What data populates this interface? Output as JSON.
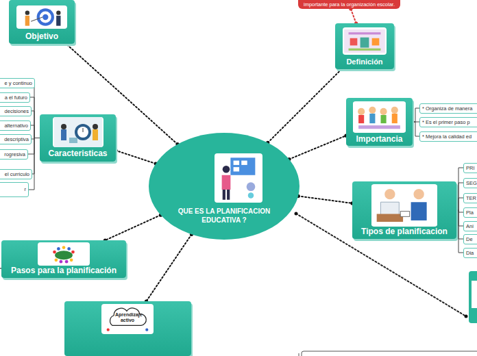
{
  "diagram": {
    "nodes": [
      {
        "text": [
          "Objetivo"
        ]
      },
      {
        "text": [
          "importante para la organización escolar."
        ]
      },
      {
        "text": [
          "Definición"
        ]
      },
      {
        "text": [
          "Caracteristicas"
        ]
      },
      {
        "text": [
          "e y continuo"
        ]
      },
      {
        "text": [
          "a el futuro"
        ]
      },
      {
        "text": [
          "decisiones"
        ]
      },
      {
        "text": [
          "alternativo"
        ]
      },
      {
        "text": [
          "descriptiva"
        ]
      },
      {
        "text": [
          "rogresiva"
        ]
      },
      {
        "text": [
          "el curriculo"
        ]
      },
      {
        "text": [
          "r"
        ]
      },
      {
        "text": [
          "QUE ES LA PLANIFICACION EDUCATIVA ?"
        ]
      },
      {
        "text": [
          "Importancia"
        ]
      },
      {
        "text": [
          "* Organiza de manera"
        ]
      },
      {
        "text": [
          "* Es el primer paso p"
        ]
      },
      {
        "text": [
          "* Mejora la calidad ed"
        ]
      },
      {
        "text": [
          "Tipos de planificacion"
        ]
      },
      {
        "text": [
          "PRI"
        ]
      },
      {
        "text": [
          "SEG"
        ]
      },
      {
        "text": [
          "TER"
        ]
      },
      {
        "text": [
          "Pla"
        ]
      },
      {
        "text": [
          "Ani"
        ]
      },
      {
        "text": [
          "De"
        ]
      },
      {
        "text": [
          "Dia"
        ]
      },
      {
        "text": [
          "Pasos para la planificación"
        ]
      },
      {
        "text": [
          "Aprendizaje activo"
        ]
      }
    ],
    "edges": [
      {
        "from": 12,
        "to": 0,
        "arrow": "none"
      },
      {
        "from": 12,
        "to": 2,
        "arrow": "none"
      },
      {
        "from": 2,
        "to": 1,
        "arrow": "none"
      },
      {
        "from": 12,
        "to": 3,
        "arrow": "none"
      },
      {
        "from": 3,
        "to": 4,
        "arrow": "none"
      },
      {
        "from": 3,
        "to": 5,
        "arrow": "none"
      },
      {
        "from": 3,
        "to": 6,
        "arrow": "none"
      },
      {
        "from": 3,
        "to": 7,
        "arrow": "none"
      },
      {
        "from": 3,
        "to": 8,
        "arrow": "none"
      },
      {
        "from": 3,
        "to": 9,
        "arrow": "none"
      },
      {
        "from": 3,
        "to": 10,
        "arrow": "none"
      },
      {
        "from": 3,
        "to": 11,
        "arrow": "none"
      },
      {
        "from": 12,
        "to": 13,
        "arrow": "none"
      },
      {
        "from": 13,
        "to": 14,
        "arrow": "none"
      },
      {
        "from": 13,
        "to": 15,
        "arrow": "none"
      },
      {
        "from": 13,
        "to": 16,
        "arrow": "none"
      },
      {
        "from": 12,
        "to": 17,
        "arrow": "none"
      },
      {
        "from": 17,
        "to": 18,
        "arrow": "none"
      },
      {
        "from": 17,
        "to": 19,
        "arrow": "none"
      },
      {
        "from": 17,
        "to": 20,
        "arrow": "none"
      },
      {
        "from": 17,
        "to": 21,
        "arrow": "none"
      },
      {
        "from": 17,
        "to": 22,
        "arrow": "none"
      },
      {
        "from": 17,
        "to": 23,
        "arrow": "none"
      },
      {
        "from": 17,
        "to": 24,
        "arrow": "none"
      },
      {
        "from": 12,
        "to": 25,
        "arrow": "none"
      },
      {
        "from": 12,
        "to": 26,
        "arrow": "none"
      }
    ]
  }
}
